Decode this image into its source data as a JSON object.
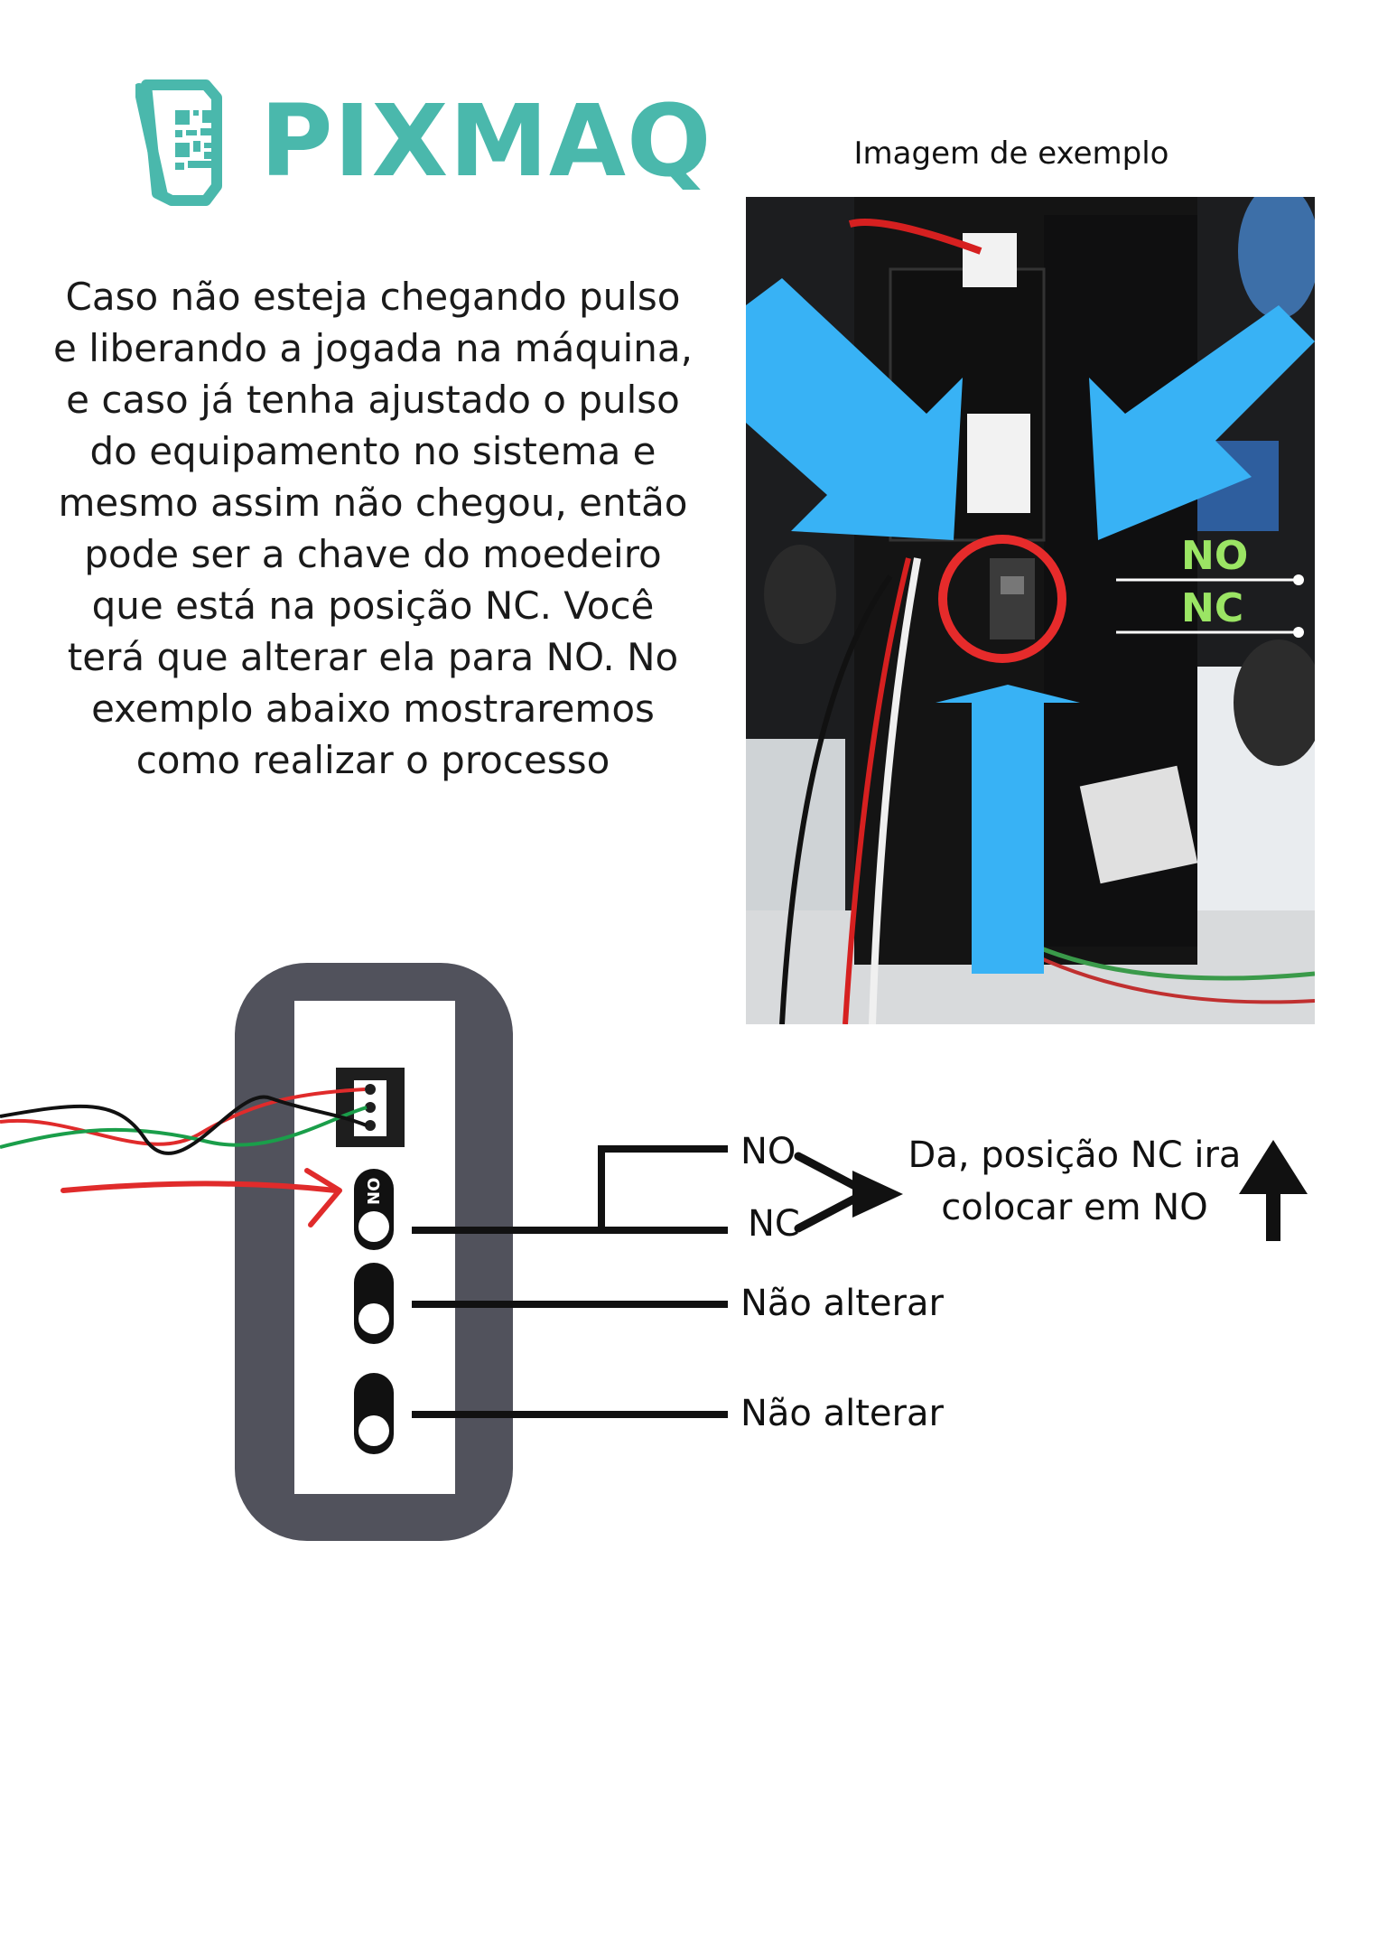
{
  "brand": {
    "name": "PIXMAQ",
    "color": "#4ab8ac"
  },
  "photo": {
    "caption": "Imagem de exemplo",
    "labels": {
      "no": "NO",
      "nc": "NC"
    },
    "label_color": "#9be564",
    "arrow_color": "#38b2f5",
    "circle_color": "#e62b2b"
  },
  "intro": {
    "text": "Caso não esteja chegando pulso e liberando a jogada na máquina, e caso já tenha ajustado o pulso do equipamento no sistema e mesmo assim não chegou, então pode ser a chave do moedeiro que está na posição NC. Você terá que alterar ela para NO. No exemplo abaixo mostraremos como realizar o processo"
  },
  "diagram": {
    "switch_label": "NO",
    "label_no": "NO",
    "label_nc": "NC",
    "instruction": "Da, posição NC ira colocar em NO",
    "keep_1": "Não alterar",
    "keep_2": "Não alterar",
    "body_color": "#51525c",
    "wire_colors": [
      "#e02b2b",
      "#1a9e4a",
      "#111111"
    ]
  }
}
